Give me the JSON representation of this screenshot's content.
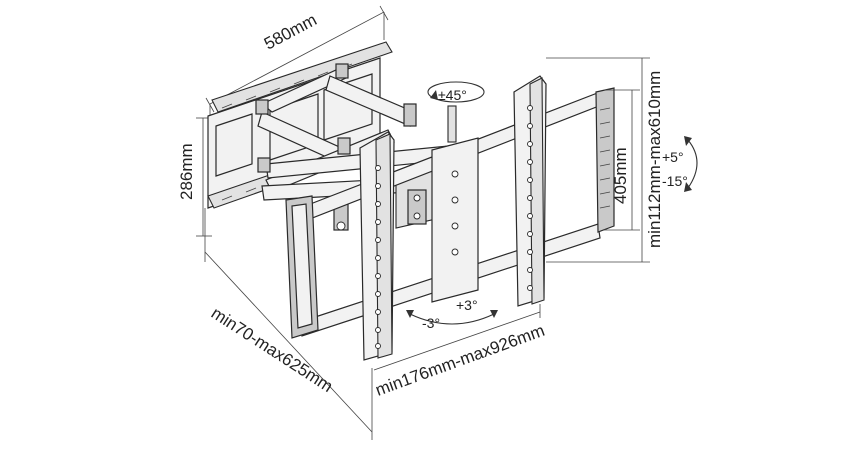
{
  "dimensions": {
    "top_width": "580mm",
    "plate_height": "286mm",
    "depth": "min70-max625mm",
    "arm_width": "min176mm-max926mm",
    "frame_height": "405mm",
    "vesa_vertical": "min112mm-max610mm"
  },
  "angles": {
    "swivel": "±45°",
    "tilt_up": "+5°",
    "tilt_down": "-15°",
    "rotate_left": "-3°",
    "rotate_right": "+3°"
  },
  "colors": {
    "line": "#2a2a2a",
    "fill_light": "#f2f2f2",
    "fill_dark": "#c9c9c9"
  }
}
